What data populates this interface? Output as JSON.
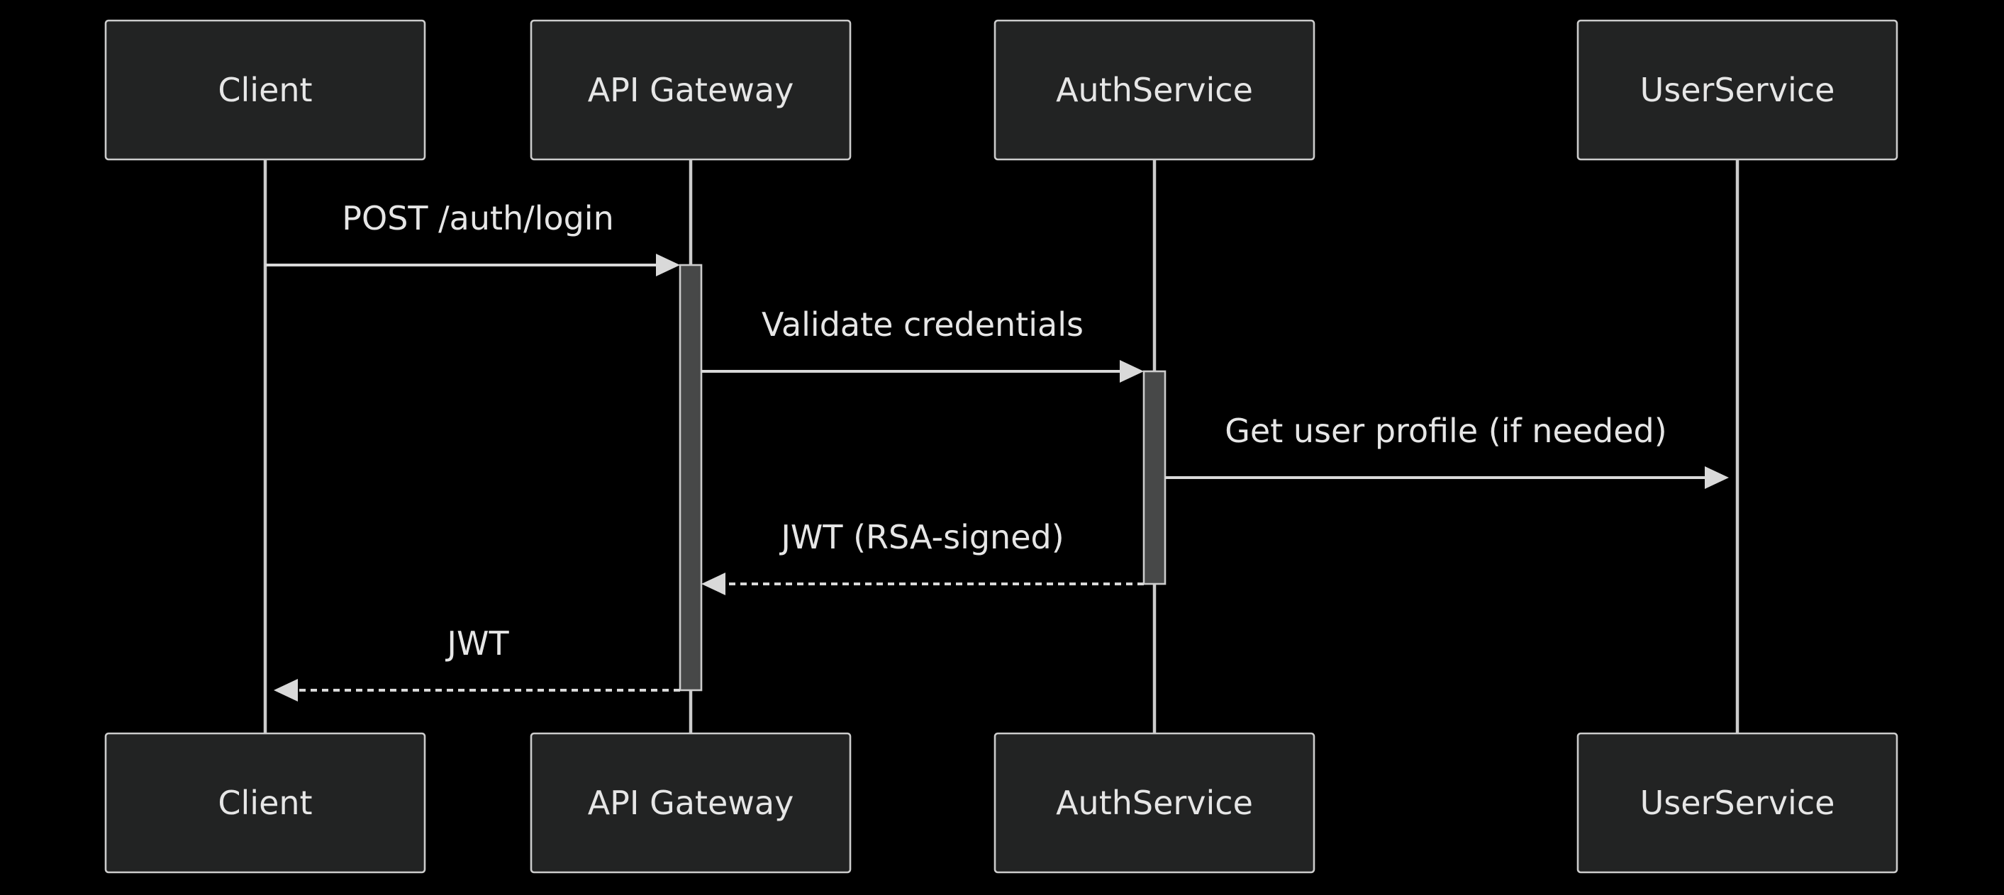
{
  "diagram": {
    "type": "sequence",
    "participants": [
      {
        "id": "client",
        "label": "Client"
      },
      {
        "id": "gateway",
        "label": "API Gateway"
      },
      {
        "id": "auth",
        "label": "AuthService"
      },
      {
        "id": "user",
        "label": "UserService"
      }
    ],
    "messages": [
      {
        "from": "client",
        "to": "gateway",
        "label": "POST /auth/login",
        "style": "solid"
      },
      {
        "from": "gateway",
        "to": "auth",
        "label": "Validate credentials",
        "style": "solid"
      },
      {
        "from": "auth",
        "to": "user",
        "label": "Get user profile (if needed)",
        "style": "solid"
      },
      {
        "from": "auth",
        "to": "gateway",
        "label": "JWT (RSA-signed)",
        "style": "dashed"
      },
      {
        "from": "gateway",
        "to": "client",
        "label": "JWT",
        "style": "dashed"
      }
    ],
    "activations": [
      {
        "participant": "gateway",
        "from_message": 0,
        "to_message": 4
      },
      {
        "participant": "auth",
        "from_message": 1,
        "to_message": 3
      }
    ]
  },
  "colors": {
    "background": "#000000",
    "actor_fill": "#222323",
    "actor_stroke": "#cccccc",
    "line": "#d9d9d9",
    "text": "#e6e6e6",
    "activation_fill": "#474848"
  }
}
